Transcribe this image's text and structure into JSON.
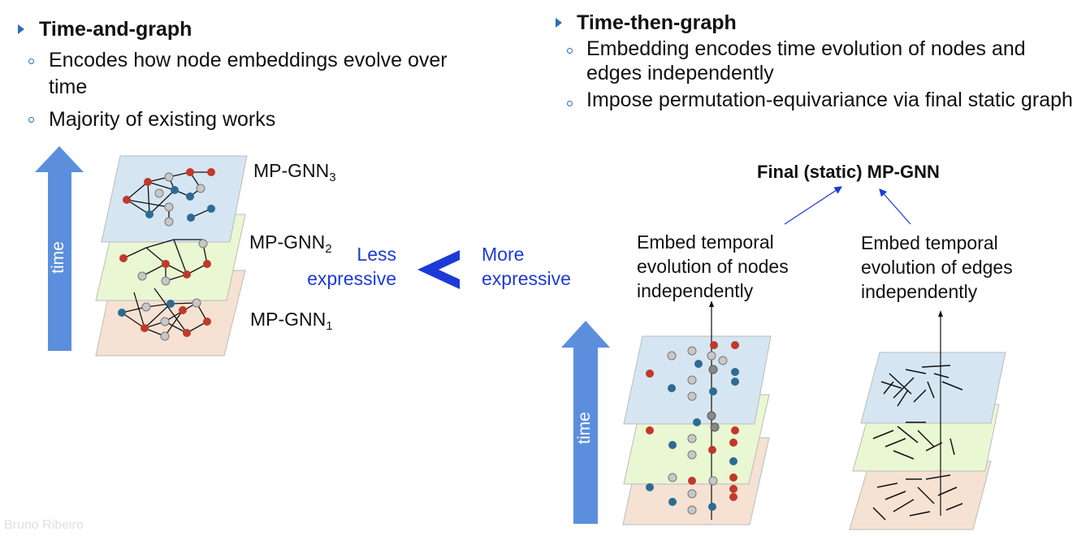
{
  "left": {
    "heading": "Time-and-graph",
    "bullets": [
      "Encodes how node embeddings evolve over time",
      "Majority of existing works"
    ],
    "arrow_label": "time",
    "layers": [
      {
        "name": "MP-GNN",
        "index": "3"
      },
      {
        "name": "MP-GNN",
        "index": "2"
      },
      {
        "name": "MP-GNN",
        "index": "1"
      }
    ]
  },
  "comparison": {
    "left_text": [
      "Less",
      "expressive"
    ],
    "symbol": "<",
    "right_text": [
      "More",
      "expressive"
    ]
  },
  "right": {
    "heading": "Time-then-graph",
    "bullets": [
      "Embedding encodes time evolution of nodes and edges independently",
      "Impose permutation-equivariance via final static graph"
    ],
    "final_label": "Final (static) MP-GNN",
    "nodes_label": [
      "Embed temporal",
      "evolution of nodes",
      "independently"
    ],
    "edges_label": [
      "Embed temporal",
      "evolution of edges",
      "independently"
    ],
    "arrow_label": "time"
  },
  "footer": "Bruno Ribeiro",
  "colors": {
    "blue_layer": "#d5e6f2",
    "green_layer": "#eaf7d3",
    "peach_layer": "#f5e2d3",
    "arrow": "#5b8fdd",
    "accent": "#1d3ad6",
    "node_red": "#c0392b",
    "node_blue": "#2e6b94",
    "node_gray": "#c8c8c8"
  }
}
